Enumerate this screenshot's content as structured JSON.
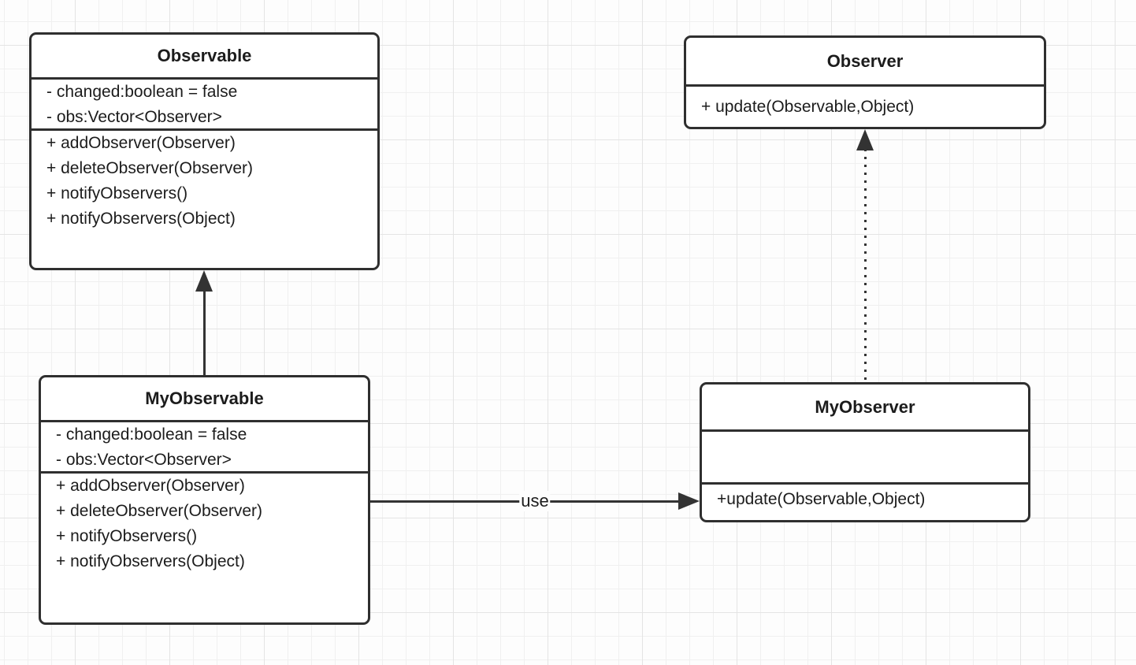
{
  "diagram": {
    "type": "uml-class-diagram",
    "classes": [
      {
        "name": "Observable",
        "attributes": [
          "- changed:boolean = false",
          "- obs:Vector<Observer>"
        ],
        "methods": [
          "+ addObserver(Observer)",
          "+ deleteObserver(Observer)",
          "+ notifyObservers()",
          "+ notifyObservers(Object)"
        ]
      },
      {
        "name": "Observer",
        "attributes": [],
        "methods": [
          "+ update(Observable,Object)"
        ]
      },
      {
        "name": "MyObservable",
        "attributes": [
          "- changed:boolean = false",
          "- obs:Vector<Observer>"
        ],
        "methods": [
          "+ addObserver(Observer)",
          "+ deleteObserver(Observer)",
          "+ notifyObservers()",
          "+ notifyObservers(Object)"
        ]
      },
      {
        "name": "MyObserver",
        "attributes": [],
        "methods": [
          "+update(Observable,Object)"
        ]
      }
    ],
    "relationships": [
      {
        "from": "MyObservable",
        "to": "Observable",
        "type": "generalization",
        "line": "solid",
        "arrowhead": "filled-triangle",
        "label": ""
      },
      {
        "from": "MyObserver",
        "to": "Observer",
        "type": "realization",
        "line": "dotted",
        "arrowhead": "filled-triangle",
        "label": ""
      },
      {
        "from": "MyObservable",
        "to": "MyObserver",
        "type": "dependency",
        "line": "solid",
        "arrowhead": "filled-triangle",
        "label": "use"
      }
    ],
    "colors": {
      "box_border": "#2f2f2f",
      "box_fill": "#ffffff",
      "text": "#1c1c1c",
      "line": "#333333",
      "background": "#fdfdfd",
      "grid_minor": "#f0f0f0",
      "grid_major": "#e4e4e4"
    }
  }
}
